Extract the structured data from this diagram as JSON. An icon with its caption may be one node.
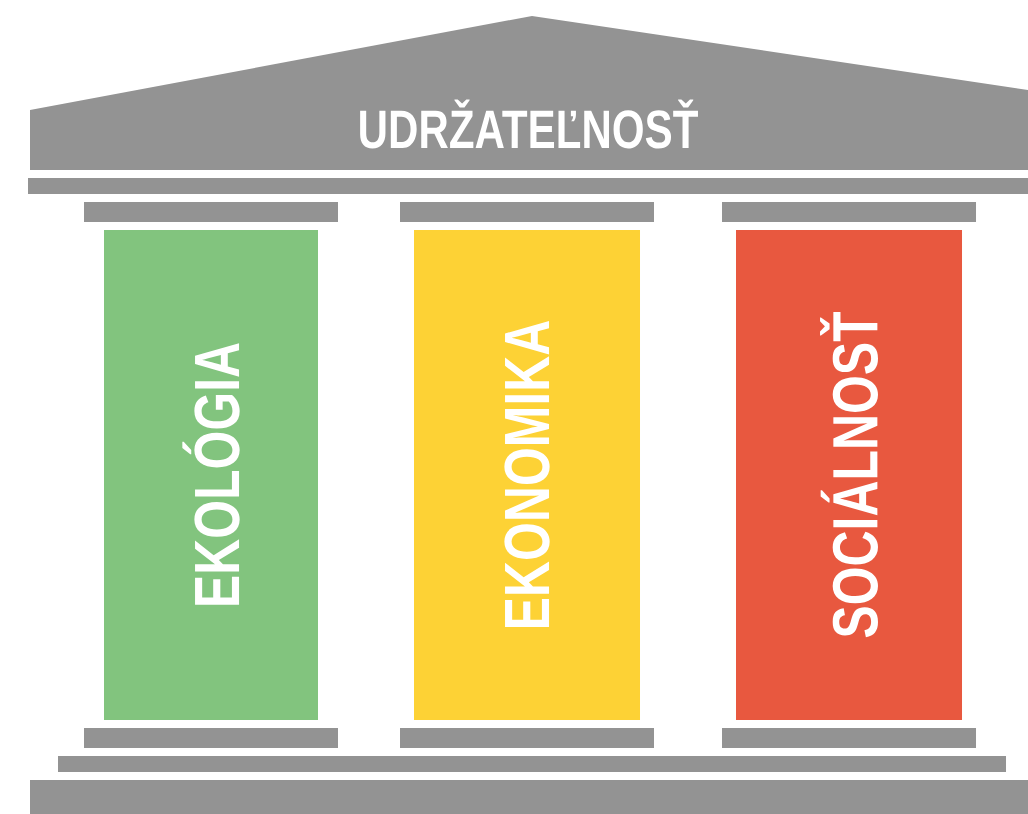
{
  "diagram": {
    "nodes": [
      {
        "text": [
          "UDRŽATEĽNOSŤ"
        ]
      },
      {
        "text": [
          "EKOLÓGIA"
        ]
      },
      {
        "text": [
          "EKONOMIKA"
        ]
      },
      {
        "text": [
          "SOCIÁLNOSŤ"
        ]
      }
    ]
  }
}
